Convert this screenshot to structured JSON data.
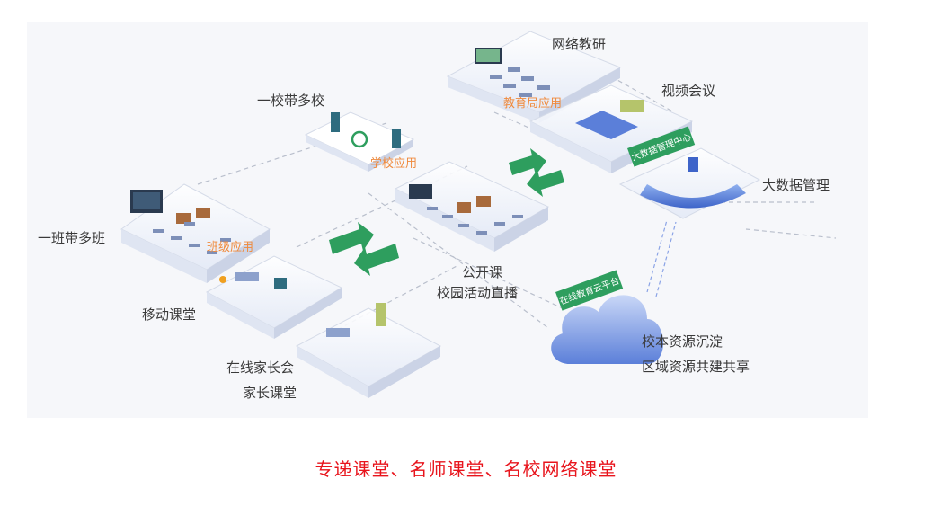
{
  "labels": {
    "network_research": "网络教研",
    "edu_bureau_app": "教育局应用",
    "video_meeting": "视频会议",
    "one_school_multi": "一校带多校",
    "school_app": "学校应用",
    "big_data_mgmt": "大数据管理",
    "big_data_center": "大数据管理中心",
    "one_class_multi": "一班带多班",
    "class_app": "班级应用",
    "open_class": "公开课",
    "campus_live": "校园活动直播",
    "cloud_platform": "在线教育云平台",
    "mobile_class": "移动课堂",
    "school_resource": "校本资源沉淀",
    "regional_resource": "区域资源共建共享",
    "online_parent_meeting": "在线家长会",
    "parent_class": "家长课堂"
  },
  "caption": "专递课堂、名师课堂、名校网络课堂",
  "colors": {
    "accent_green": "#2e9e5e",
    "label_orange": "#f08a3c",
    "caption_red": "#e8141c",
    "cloud_blue": "#5b7fd9"
  }
}
